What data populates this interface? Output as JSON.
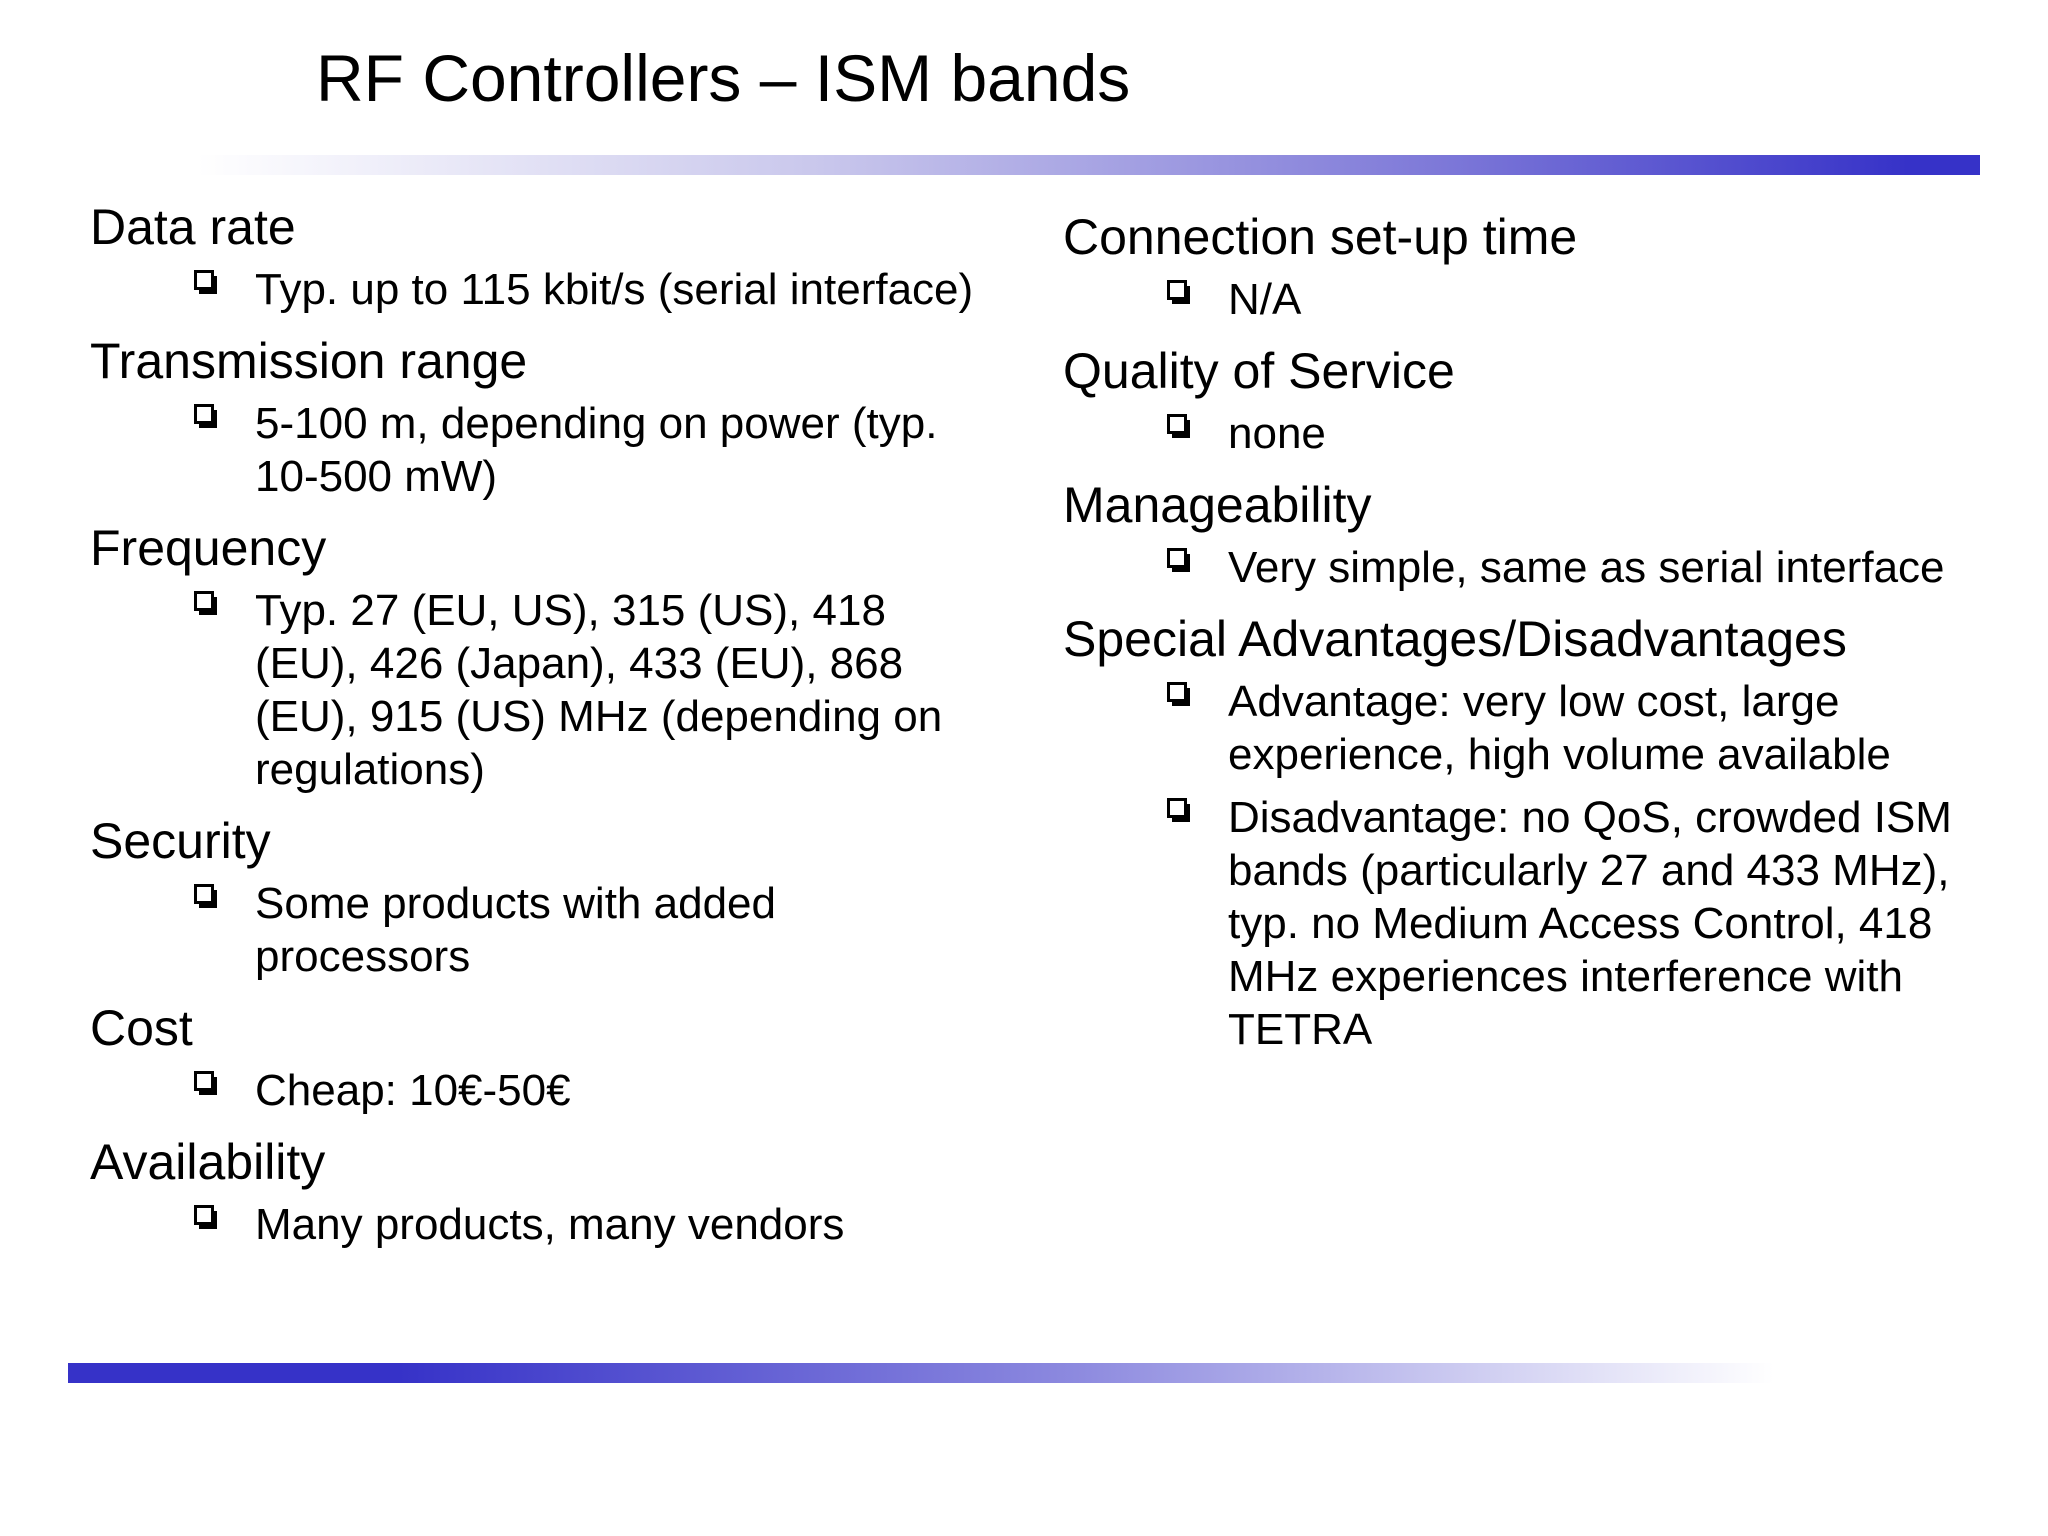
{
  "title": "RF Controllers – ISM bands",
  "accent": {
    "bar_blue": "#3632c8"
  },
  "icons": {
    "bullet": "shadowed-square"
  },
  "columns": {
    "left": [
      {
        "header": "Data rate",
        "items": [
          "Typ. up to 115 kbit/s (serial interface)"
        ]
      },
      {
        "header": "Transmission range",
        "items": [
          "5-100 m, depending on power (typ. 10-500 mW)"
        ]
      },
      {
        "header": "Frequency",
        "items": [
          "Typ. 27 (EU, US), 315 (US), 418 (EU), 426 (Japan), 433 (EU), 868 (EU), 915 (US) MHz (depending on regulations)"
        ]
      },
      {
        "header": "Security",
        "items": [
          "Some products with added processors"
        ]
      },
      {
        "header": "Cost",
        "items": [
          "Cheap: 10€-50€"
        ]
      },
      {
        "header": "Availability",
        "items": [
          "Many products, many vendors"
        ]
      }
    ],
    "right": [
      {
        "header": "Connection set-up time",
        "items": [
          "N/A"
        ]
      },
      {
        "header": "Quality of Service",
        "items": [
          "none"
        ]
      },
      {
        "header": "Manageability",
        "items": [
          "Very simple, same as serial interface"
        ]
      },
      {
        "header": "Special Advantages/Disadvantages",
        "items": [
          "Advantage: very low cost, large experience, high volume available",
          "Disadvantage: no QoS, crowded ISM bands (particularly 27 and 433 MHz), typ. no Medium Access Control, 418 MHz experiences interference with TETRA"
        ]
      }
    ]
  }
}
